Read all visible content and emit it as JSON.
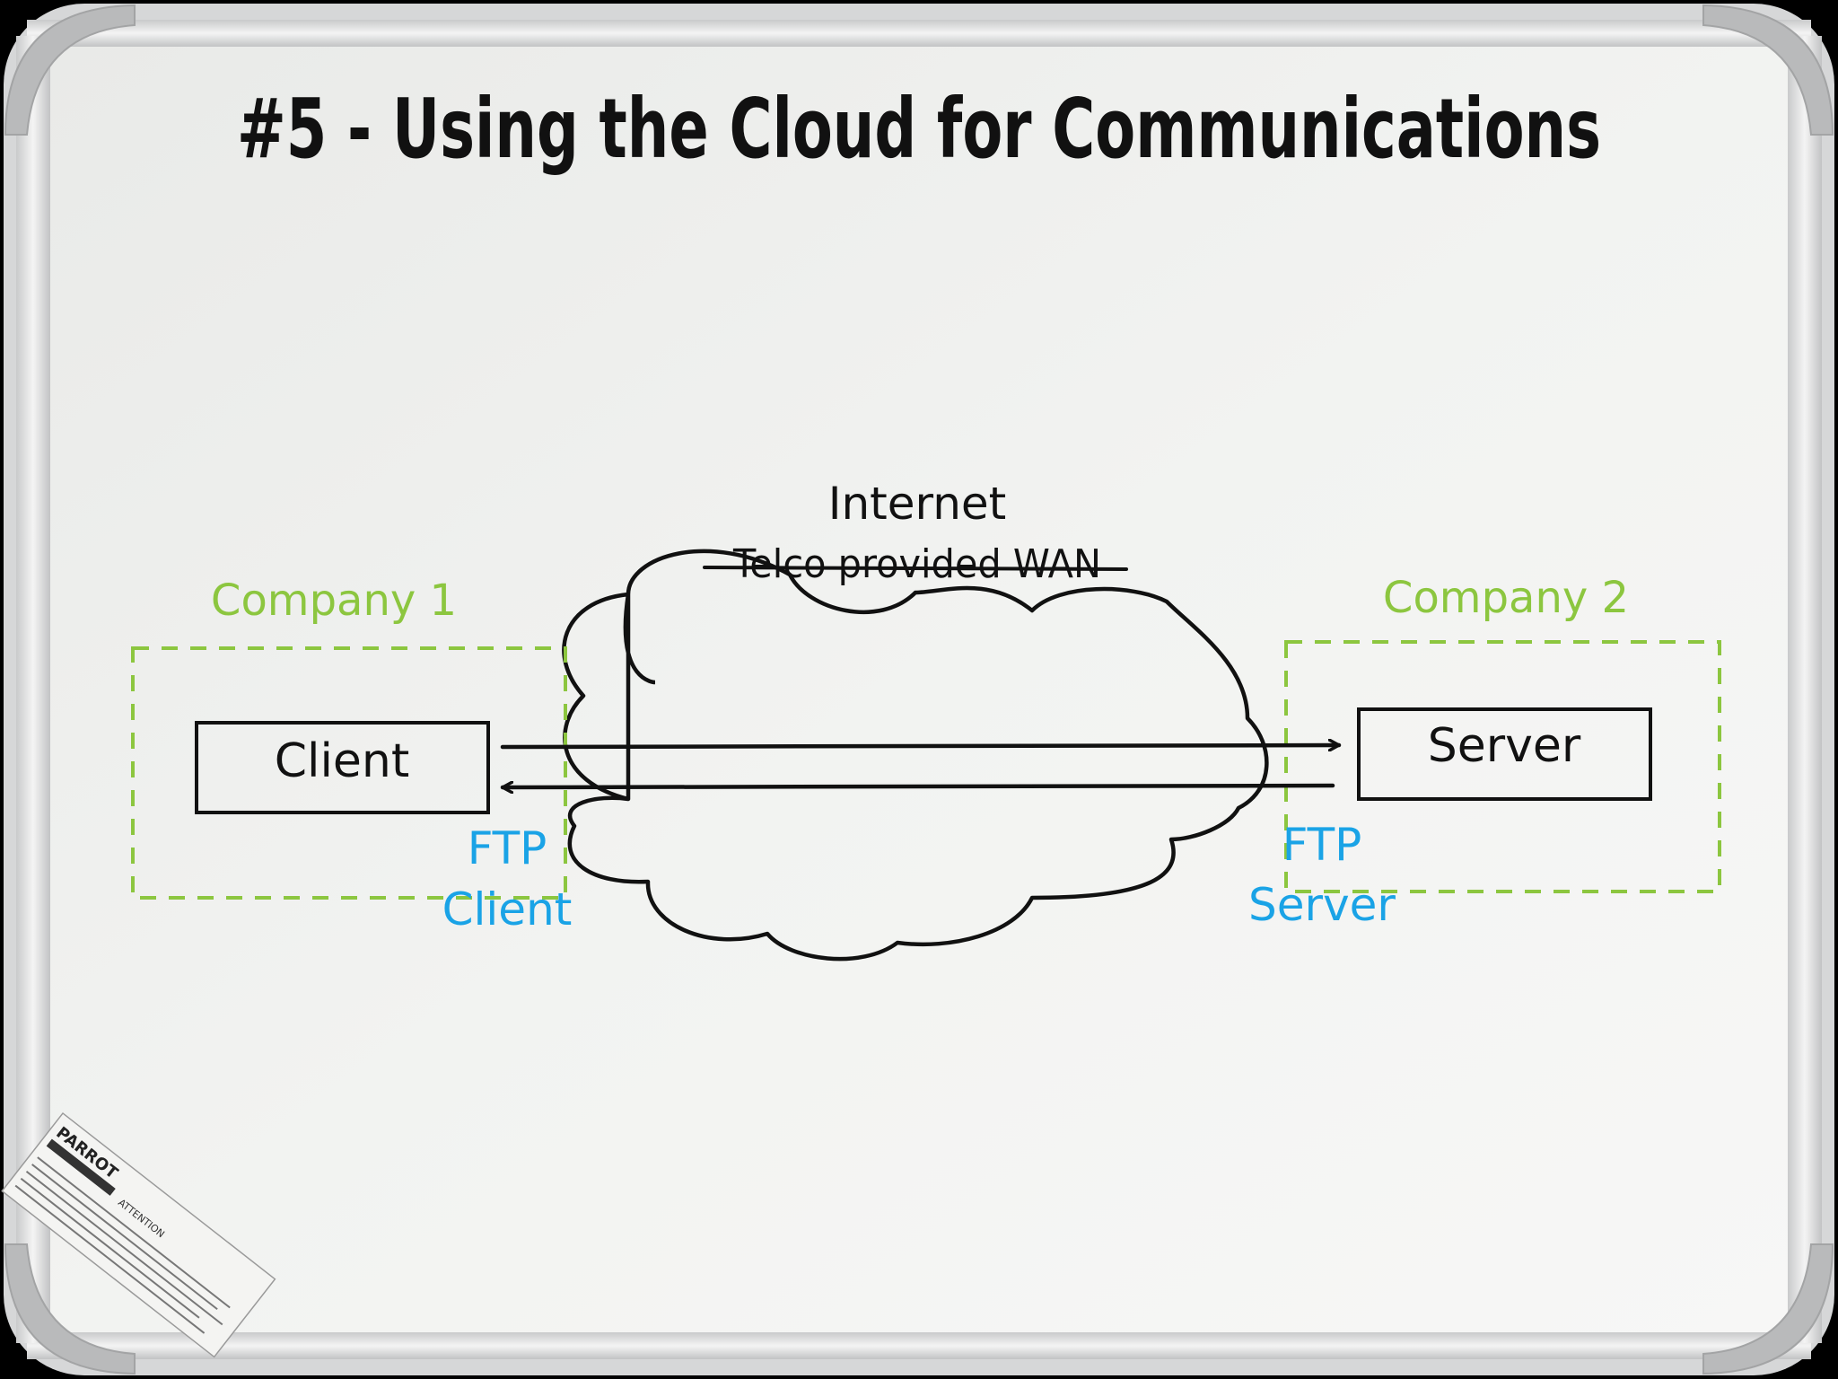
{
  "title": "#5 - Using the Cloud for Communications",
  "cloud": {
    "label_top": "Internet",
    "label_struck": "Telco provided WAN"
  },
  "left_zone": {
    "company_label": "Company 1",
    "box_label": "Client",
    "protocol_line1": "FTP",
    "protocol_line2": "Client"
  },
  "right_zone": {
    "company_label": "Company 2",
    "box_label": "Server",
    "protocol_line1": "FTP",
    "protocol_line2": "Server"
  },
  "board_sticker": {
    "brand": "PARROT",
    "notice": "ATTENTION"
  },
  "colors": {
    "background": "#000000",
    "board_surface": "#f0f1ef",
    "frame": "#d9dadb",
    "ink_black": "#111111",
    "ink_green": "#8cc63f",
    "ink_blue": "#1aa3e6"
  }
}
